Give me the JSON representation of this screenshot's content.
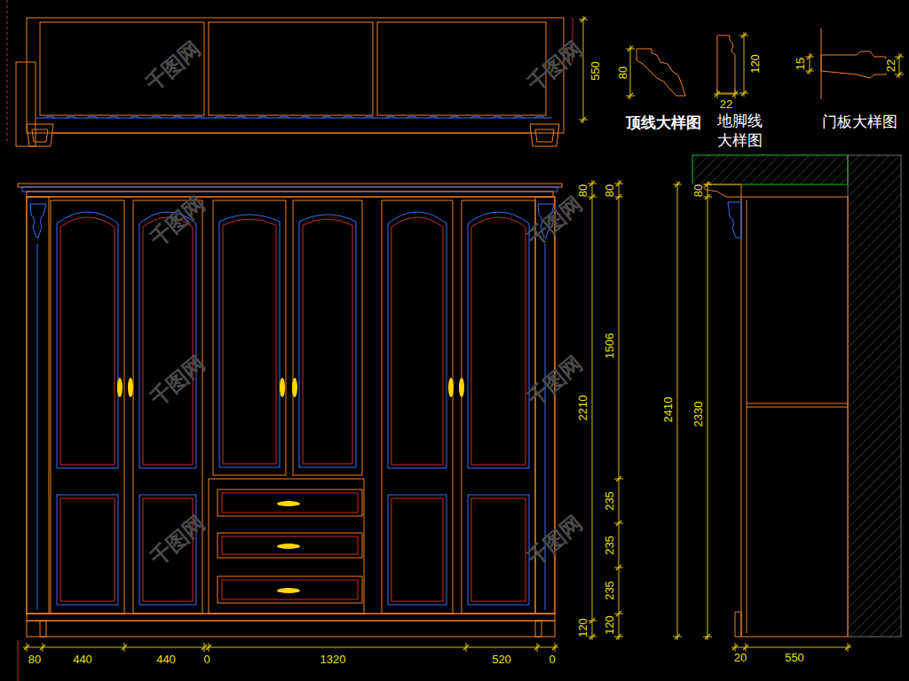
{
  "diagram": {
    "labels": [
      "550",
      "80",
      "120",
      "22",
      "15",
      "22",
      "顶线大样图",
      "地脚线 大样图",
      "门板大样图",
      "80",
      "2210",
      "120",
      "80",
      "1506",
      "235",
      "235",
      "235",
      "120",
      "80",
      "440",
      "440",
      "0",
      "1320",
      "520",
      "0",
      "80",
      "2410",
      "2330",
      "20",
      "550",
      "千图网",
      "千图网",
      "千图网",
      "千图网",
      "千图网",
      "千图网",
      "千图网",
      "千图网"
    ]
  }
}
